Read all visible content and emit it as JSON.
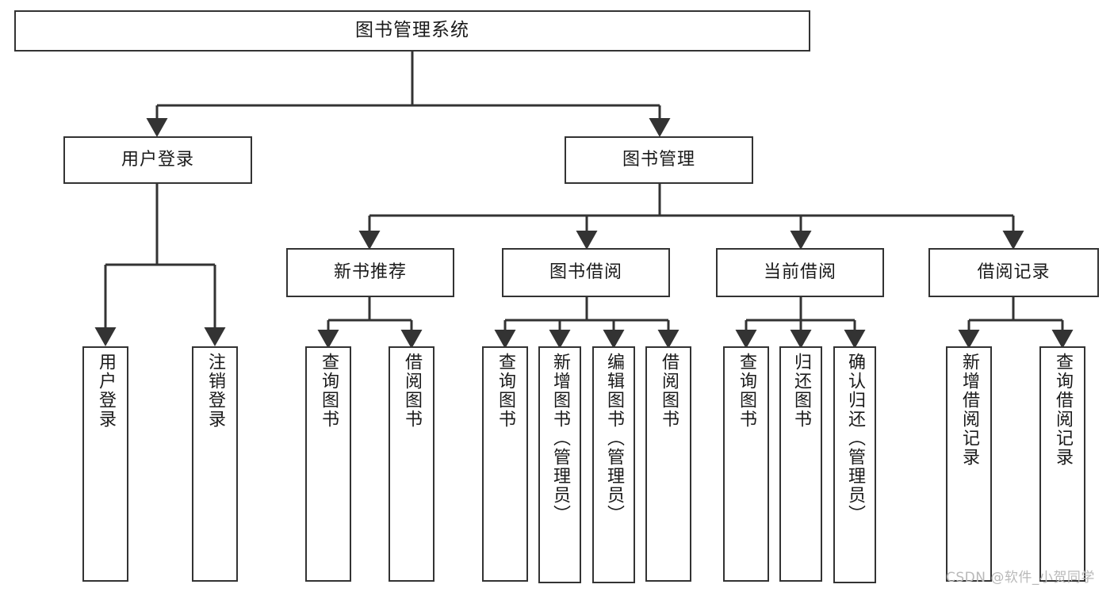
{
  "diagram": {
    "title": "图书管理系统",
    "type": "tree-hierarchy",
    "colors": {
      "background": "#ffffff",
      "stroke": "#333333",
      "text": "#1a1a1a",
      "watermark": "#b9b9b9"
    }
  },
  "nodes": {
    "root": {
      "label": "图书管理系统"
    },
    "level2": [
      {
        "label": "用户登录"
      },
      {
        "label": "图书管理"
      }
    ],
    "level3": [
      {
        "label": "新书推荐"
      },
      {
        "label": "图书借阅"
      },
      {
        "label": "当前借阅"
      },
      {
        "label": "借阅记录"
      }
    ],
    "leaves": {
      "user_login": [
        {
          "label": "用户登录"
        },
        {
          "label": "注销登录"
        }
      ],
      "new_book_recommend": [
        {
          "label": "查询图书"
        },
        {
          "label": "借阅图书"
        }
      ],
      "book_borrow": [
        {
          "label": "查询图书"
        },
        {
          "label": "新增图书（管理员）"
        },
        {
          "label": "编辑图书（管理员）"
        },
        {
          "label": "借阅图书"
        }
      ],
      "current_borrow": [
        {
          "label": "查询图书"
        },
        {
          "label": "归还图书"
        },
        {
          "label": "确认归还（管理员）"
        }
      ],
      "borrow_record": [
        {
          "label": "新增借阅记录"
        },
        {
          "label": "查询借阅记录"
        }
      ]
    }
  },
  "watermark": {
    "text": "CSDN @软件_小贺同学"
  }
}
